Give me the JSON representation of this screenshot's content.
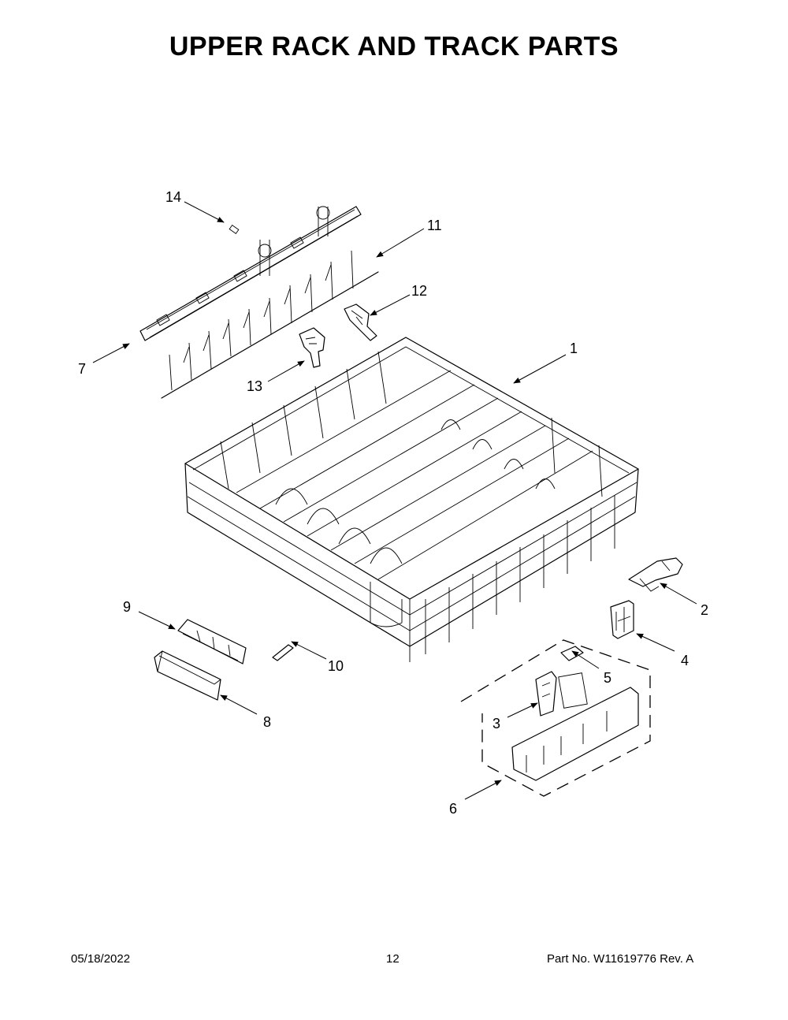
{
  "title": "UPPER RACK AND TRACK PARTS",
  "callouts": {
    "c1": "1",
    "c2": "2",
    "c3": "3",
    "c4": "4",
    "c5": "5",
    "c6": "6",
    "c7": "7",
    "c8": "8",
    "c9": "9",
    "c10": "10",
    "c11": "11",
    "c12": "12",
    "c13": "13",
    "c14": "14"
  },
  "footer": {
    "date": "05/18/2022",
    "page": "12",
    "part": "Part No.  W11619776  Rev.  A"
  }
}
